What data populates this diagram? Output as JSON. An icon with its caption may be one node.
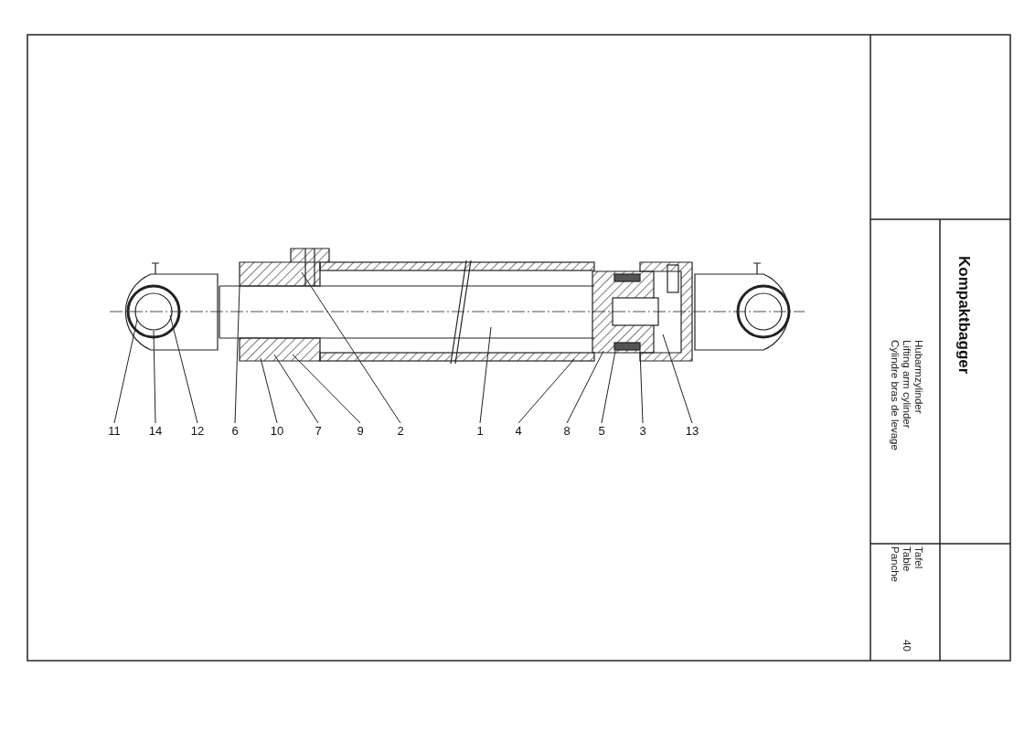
{
  "diagram": {
    "title": "Kompaktbagger",
    "nodes": [
      {
        "text": [
          "11"
        ]
      },
      {
        "text": [
          "14"
        ]
      },
      {
        "text": [
          "12"
        ]
      },
      {
        "text": [
          "6"
        ]
      },
      {
        "text": [
          "10"
        ]
      },
      {
        "text": [
          "7"
        ]
      },
      {
        "text": [
          "9"
        ]
      },
      {
        "text": [
          "2"
        ]
      },
      {
        "text": [
          "1"
        ]
      },
      {
        "text": [
          "4"
        ]
      },
      {
        "text": [
          "8"
        ]
      },
      {
        "text": [
          "5"
        ]
      },
      {
        "text": [
          "3"
        ]
      },
      {
        "text": [
          "13"
        ]
      }
    ],
    "edges": [
      {
        "from": 0,
        "to": null,
        "arrow": "none"
      },
      {
        "from": 1,
        "to": null,
        "arrow": "none"
      },
      {
        "from": 2,
        "to": null,
        "arrow": "none"
      },
      {
        "from": 3,
        "to": null,
        "arrow": "none"
      },
      {
        "from": 4,
        "to": null,
        "arrow": "none"
      },
      {
        "from": 5,
        "to": null,
        "arrow": "none"
      },
      {
        "from": 6,
        "to": null,
        "arrow": "none"
      },
      {
        "from": 7,
        "to": null,
        "arrow": "none"
      },
      {
        "from": 8,
        "to": null,
        "arrow": "none"
      },
      {
        "from": 9,
        "to": null,
        "arrow": "none"
      },
      {
        "from": 10,
        "to": null,
        "arrow": "none"
      },
      {
        "from": 11,
        "to": null,
        "arrow": "none"
      },
      {
        "from": 12,
        "to": null,
        "arrow": "none"
      },
      {
        "from": 13,
        "to": null,
        "arrow": "none"
      }
    ],
    "labels": [
      "Hubarmzylinder",
      "Lifting arm cylinder",
      "Cylindre bras de levage",
      "Tafel",
      "Table",
      "Panche",
      "40"
    ]
  }
}
